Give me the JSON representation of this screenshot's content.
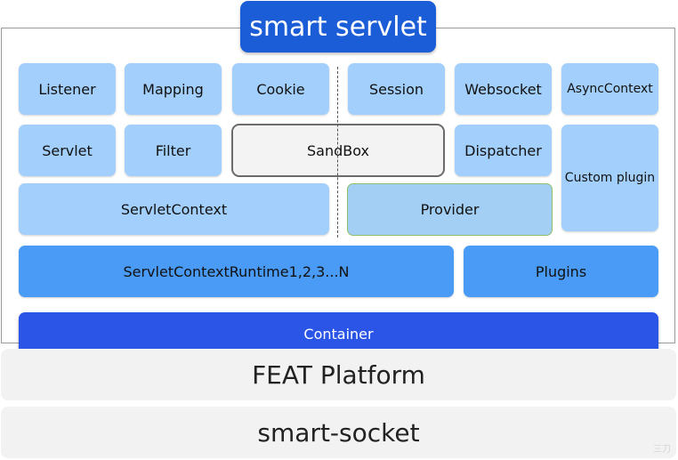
{
  "title": "smart servlet",
  "row1": [
    "Listener",
    "Mapping",
    "Cookie",
    "Session",
    "Websocket",
    "AsyncContext"
  ],
  "row2": {
    "servlet": "Servlet",
    "filter": "Filter",
    "sandbox": "SandBox",
    "dispatcher": "Dispatcher",
    "custom_plugin": "Custom plugin"
  },
  "row3": {
    "servlet_context": "ServletContext",
    "provider": "Provider"
  },
  "row4": {
    "runtime": "ServletContextRuntime1,2,3...N",
    "plugins": "Plugins"
  },
  "container": "Container",
  "platform": "FEAT Platform",
  "socket": "smart-socket",
  "watermark": "三刀",
  "colors": {
    "title": "#1b5dd7",
    "light": "#a3cffc",
    "medium": "#7fbdfb",
    "dark": "#4a9bf6",
    "container": "#2b55e6",
    "platform": "#f2f2f2"
  }
}
